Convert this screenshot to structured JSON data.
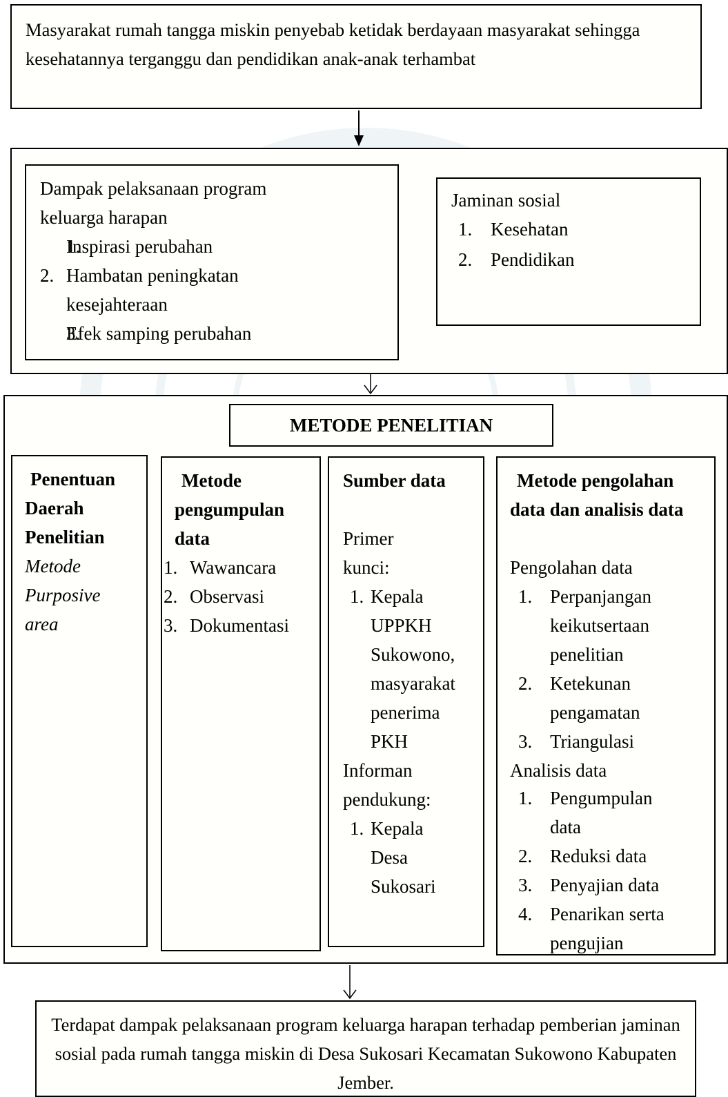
{
  "problem": {
    "text": "Masyarakat rumah tangga miskin penyebab ketidak berdayaan masyarakat sehingga kesehatannya terganggu dan pendidikan anak-anak terhambat"
  },
  "impact": {
    "title": "Dampak pelaksanaan program keluarga harapan",
    "items": [
      "Inspirasi perubahan",
      "Hambatan peningkatan kesejahteraan",
      "Efek samping perubahan"
    ]
  },
  "social_security": {
    "title": "Jaminan sosial",
    "items": [
      "Kesehatan",
      "Pendidikan"
    ]
  },
  "method": {
    "title": "METODE PENELITIAN",
    "area": {
      "title": "Penentuan Daerah Penelitian",
      "method": "Metode Purposive area"
    },
    "collection": {
      "title": "Metode pengumpulan data",
      "items": [
        "Wawancara",
        "Observasi",
        "Dokumentasi"
      ]
    },
    "sources": {
      "title": "Sumber data",
      "primary_label": "Primer kunci:",
      "primary_items": [
        "Kepala UPPKH Sukowono, masyarakat penerima PKH"
      ],
      "support_label": "Informan pendukung:",
      "support_items": [
        "Kepala Desa Sukosari"
      ]
    },
    "analysis": {
      "title": "Metode pengolahan data dan analisis data",
      "processing_label": "Pengolahan data",
      "processing_items": [
        "Perpanjangan keikutsertaan penelitian",
        "Ketekunan pengamatan",
        "Triangulasi"
      ],
      "analysis_label": "Analisis data",
      "analysis_items": [
        "Pengumpulan data",
        "Reduksi data",
        "Penyajian data",
        "Penarikan serta pengujian"
      ]
    }
  },
  "conclusion": {
    "text": "Terdapat dampak pelaksanaan program keluarga harapan terhadap pemberian jaminan sosial pada rumah tangga miskin di Desa Sukosari Kecamatan Sukowono Kabupaten Jember."
  }
}
